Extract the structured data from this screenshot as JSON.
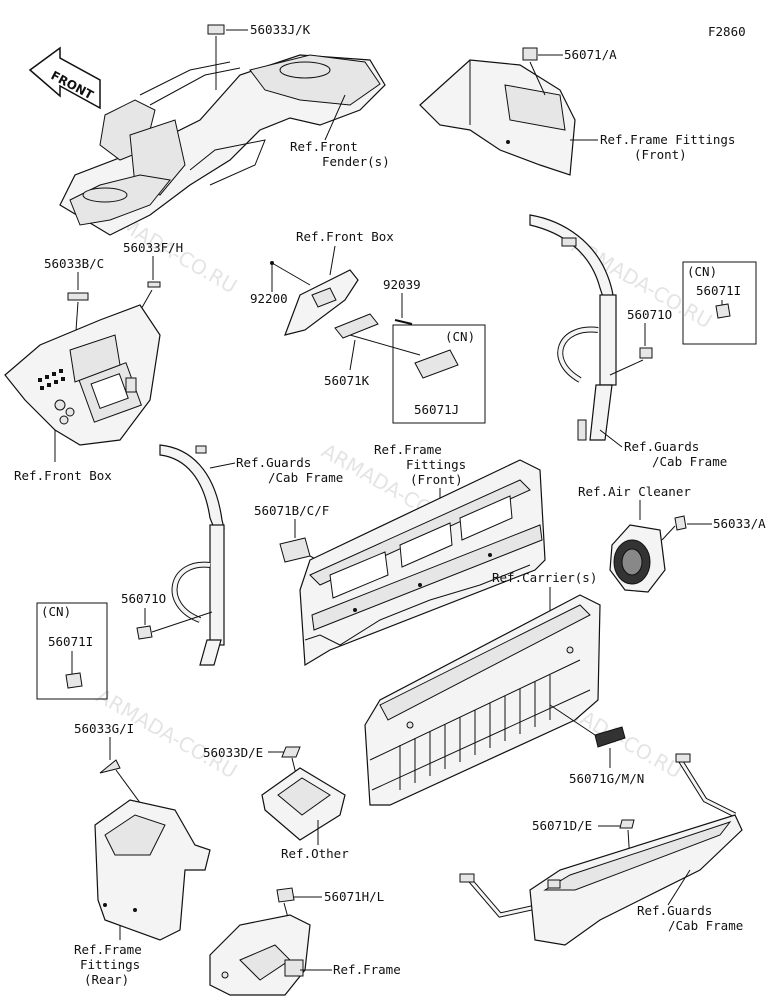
{
  "figure_code": "F2860",
  "front_arrow_label": "FRONT",
  "watermark": "ARMADA-CO.RU",
  "labels": {
    "p56033JK": "56033J/K",
    "p56071A": "56071/A",
    "ref_frame_fittings_front_a": "Ref.Frame Fittings",
    "ref_frame_fittings_front_b": "(Front)",
    "ref_front_fender_a": "Ref.Front",
    "ref_front_fender_b": "Fender(s)",
    "ref_front_box_top": "Ref.Front Box",
    "p56033BC": "56033B/C",
    "p56033FH": "56033F/H",
    "p92200": "92200",
    "p92039": "92039",
    "cn1": "(CN)",
    "p56071K": "56071K",
    "p56071J": "56071J",
    "cn2": "(CN)",
    "p56071I_a": "56071I",
    "p56071O_a": "56071O",
    "ref_guards_cab_a1": "Ref.Guards",
    "ref_guards_cab_a2": "/Cab Frame",
    "ref_front_box_bottom": "Ref.Front Box",
    "ref_guards_cab_b1": "Ref.Guards",
    "ref_guards_cab_b2": "/Cab Frame",
    "ref_frame_fittings_center_a": "Ref.Frame",
    "ref_frame_fittings_center_b": "Fittings",
    "ref_frame_fittings_center_c": "(Front)",
    "ref_air_cleaner": "Ref.Air Cleaner",
    "p56033A": "56033/A",
    "p56071BCF": "56071B/C/F",
    "p56071O_b": "56071O",
    "cn3": "(CN)",
    "p56071I_b": "56071I",
    "ref_carriers": "Ref.Carrier(s)",
    "p56033GI": "56033G/I",
    "p56033DE": "56033D/E",
    "p56071GMN": "56071G/M/N",
    "p56071DE": "56071D/E",
    "ref_other": "Ref.Other",
    "p56071HL": "56071H/L",
    "ref_frame_fittings_rear_a": "Ref.Frame",
    "ref_frame_fittings_rear_b": "Fittings",
    "ref_frame_fittings_rear_c": "(Rear)",
    "ref_frame": "Ref.Frame",
    "ref_guards_cab_c1": "Ref.Guards",
    "ref_guards_cab_c2": "/Cab Frame"
  }
}
